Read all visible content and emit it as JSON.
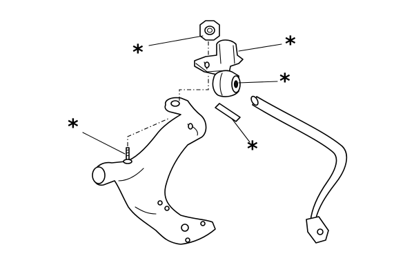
{
  "diagram": {
    "markers": [
      {
        "id": "nut",
        "symbol": "*"
      },
      {
        "id": "clamp",
        "symbol": "*"
      },
      {
        "id": "bushing",
        "symbol": "*"
      },
      {
        "id": "plate",
        "symbol": "*"
      },
      {
        "id": "bolt",
        "symbol": "*"
      }
    ]
  }
}
